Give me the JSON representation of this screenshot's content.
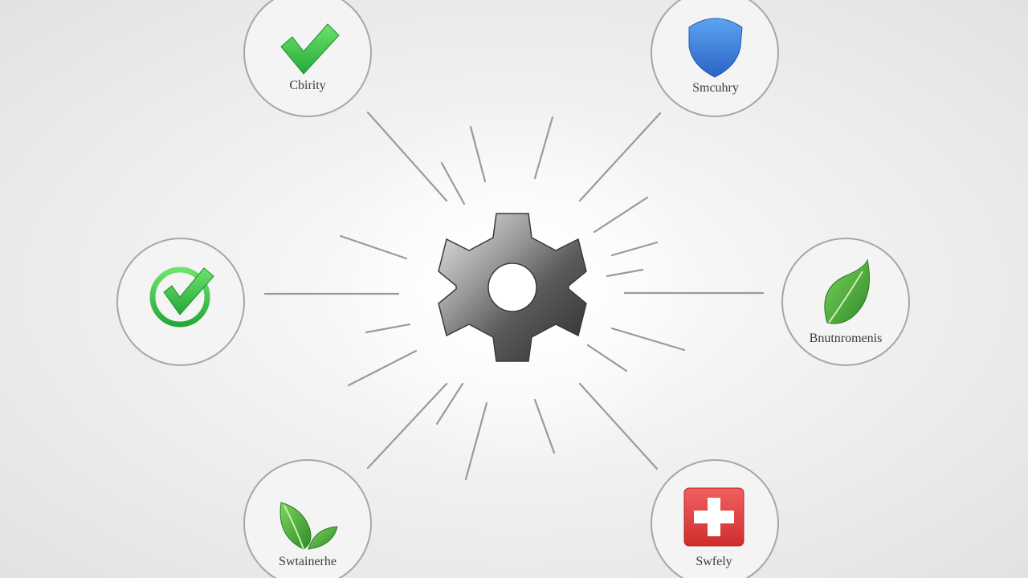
{
  "diagram": {
    "center": {
      "icon": "gear-icon"
    },
    "nodes": [
      {
        "id": "top-left",
        "label": "Cbirity",
        "icon": "checkmark-icon",
        "color": "#3fbf4a"
      },
      {
        "id": "top-right",
        "label": "Smcuhry",
        "icon": "shield-icon",
        "color": "#3a7fd8"
      },
      {
        "id": "left",
        "label": "",
        "icon": "check-circle-icon",
        "color": "#2fc24a"
      },
      {
        "id": "right",
        "label": "Bnutnromenis",
        "icon": "leaf-icon",
        "color": "#4aa83a"
      },
      {
        "id": "bottom-left",
        "label": "Swtainerhe",
        "icon": "leaves-icon",
        "color": "#4aa83a"
      },
      {
        "id": "bottom-right",
        "label": "Swfely",
        "icon": "medical-cross-icon",
        "color": "#e2443f"
      }
    ]
  }
}
